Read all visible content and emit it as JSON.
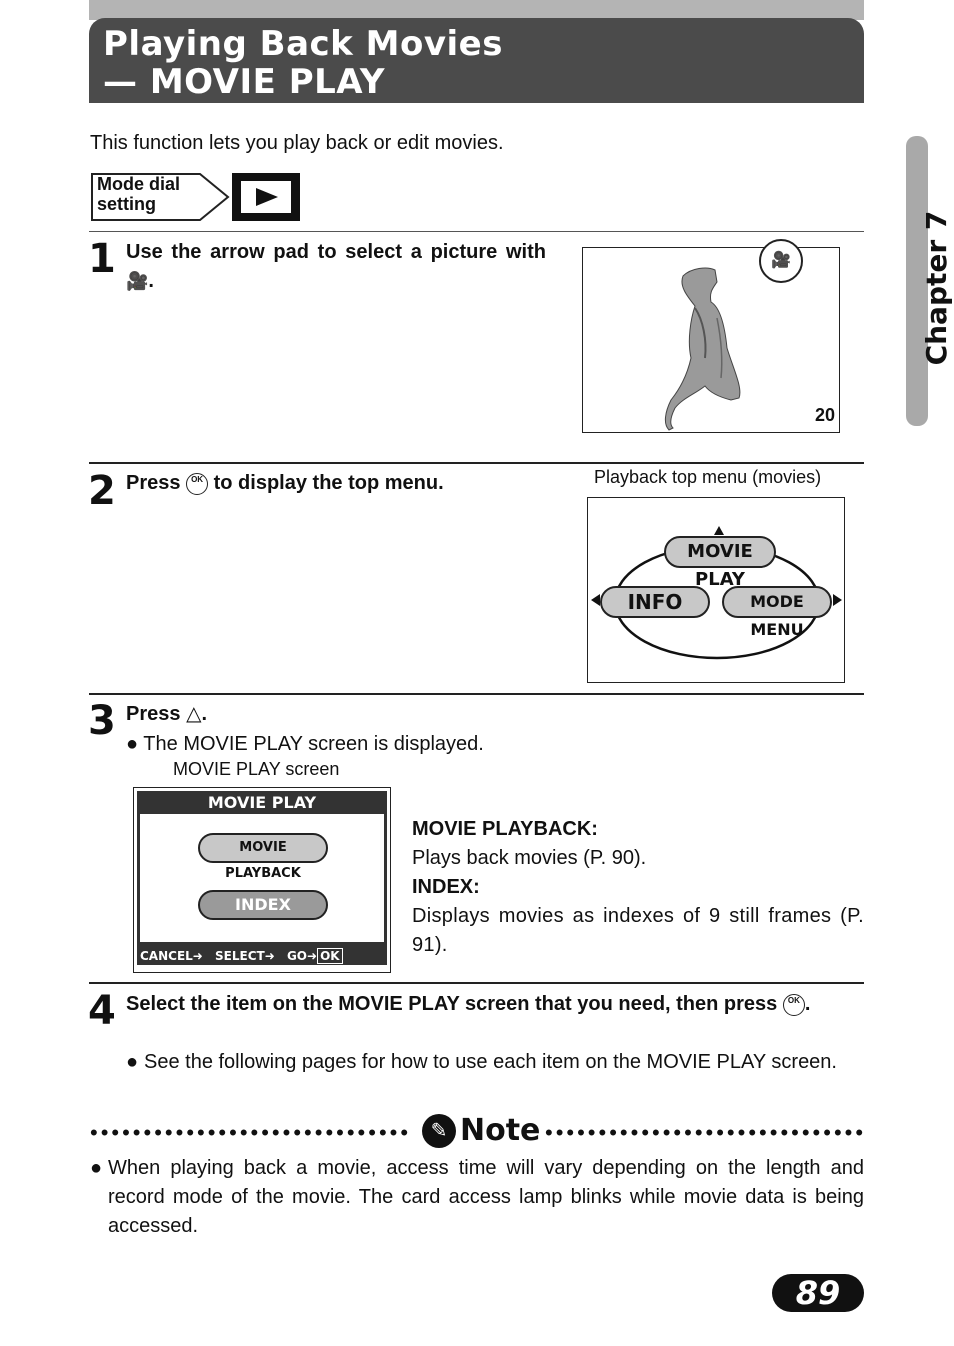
{
  "header": {
    "title_line1": "Playing Back Movies",
    "title_line2": "— MOVIE PLAY"
  },
  "intro": "This function lets you play back or edit movies.",
  "mode_dial": {
    "label_line1": "Mode dial",
    "label_line2": "setting",
    "icon": "playback-icon"
  },
  "chapter_tab": "Chapter 7",
  "steps": [
    {
      "number": "1",
      "text_before": "Use the arrow pad to select a picture with",
      "text_after": ".",
      "screen": {
        "frame_number": "20",
        "badge_icon": "movie-icon"
      }
    },
    {
      "number": "2",
      "text_before": "Press",
      "text_after": "to display the top menu.",
      "caption": "Playback top menu (movies)",
      "menu": {
        "top": "MOVIE PLAY",
        "left": "INFO",
        "right": "MODE MENU"
      }
    },
    {
      "number": "3",
      "text_before": "Press",
      "symbol": "△",
      "text_after": ".",
      "bullet": "The MOVIE PLAY screen is displayed.",
      "caption": "MOVIE PLAY screen",
      "screen": {
        "title": "MOVIE PLAY",
        "option1": "MOVIE PLAYBACK",
        "option2": "INDEX",
        "footer_cancel": "CANCEL",
        "footer_select": "SELECT",
        "footer_go": "GO",
        "footer_ok": "OK"
      },
      "desc": [
        {
          "term": "MOVIE PLAYBACK:",
          "text": "Plays back movies (P. 90)."
        },
        {
          "term": "INDEX:",
          "text": "Displays movies as indexes of 9 still frames (P. 91)."
        }
      ]
    },
    {
      "number": "4",
      "text": "Select the item on the MOVIE PLAY screen that you need, then press",
      "text_after": ".",
      "bullet": "See the following pages for how to use each item on the MOVIE PLAY screen."
    }
  ],
  "note": {
    "title": "Note",
    "text": "When playing back a movie, access time will vary depending on the length and record mode of the movie. The card access lamp blinks while movie data is being accessed."
  },
  "ok_icon_label": "OK",
  "page_number": "89"
}
